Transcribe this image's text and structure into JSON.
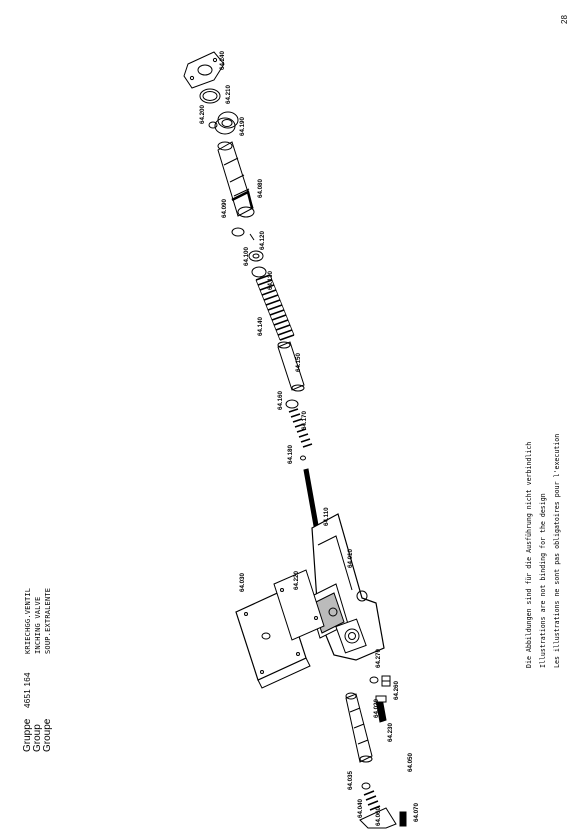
{
  "header": {
    "rows": [
      {
        "word": "Gruppe",
        "number": "4651 164",
        "name": "KRIECHGG.VENTIL"
      },
      {
        "word": "Group",
        "number": "",
        "name": "INCHING VALVE"
      },
      {
        "word": "Groupe",
        "number": "",
        "name": "SOUP.EXTRALENTE"
      }
    ]
  },
  "disclaimer": [
    "Die Abbildungen sind für die Ausführung nicht verbindlich",
    "Illustrations are not binding for the design",
    "Les illustrations ne sont pas obligatoires pour l'execution"
  ],
  "page_number": "28",
  "part_labels": [
    {
      "id": "64.240"
    },
    {
      "id": "64.210"
    },
    {
      "id": "64.200"
    },
    {
      "id": "64.190"
    },
    {
      "id": "64.080"
    },
    {
      "id": "64.090"
    },
    {
      "id": "64.120"
    },
    {
      "id": "64.100"
    },
    {
      "id": "64.130"
    },
    {
      "id": "64.140"
    },
    {
      "id": "64.150"
    },
    {
      "id": "64.160"
    },
    {
      "id": "64.170"
    },
    {
      "id": "64.180"
    },
    {
      "id": "64.110"
    },
    {
      "id": "64.010"
    },
    {
      "id": "64.030"
    },
    {
      "id": "64.220"
    },
    {
      "id": "64.270"
    },
    {
      "id": "64.260"
    },
    {
      "id": "64.230"
    },
    {
      "id": "64.020"
    },
    {
      "id": "64.035"
    },
    {
      "id": "64.040"
    },
    {
      "id": "64.050"
    },
    {
      "id": "64.060"
    },
    {
      "id": "64.070"
    }
  ]
}
